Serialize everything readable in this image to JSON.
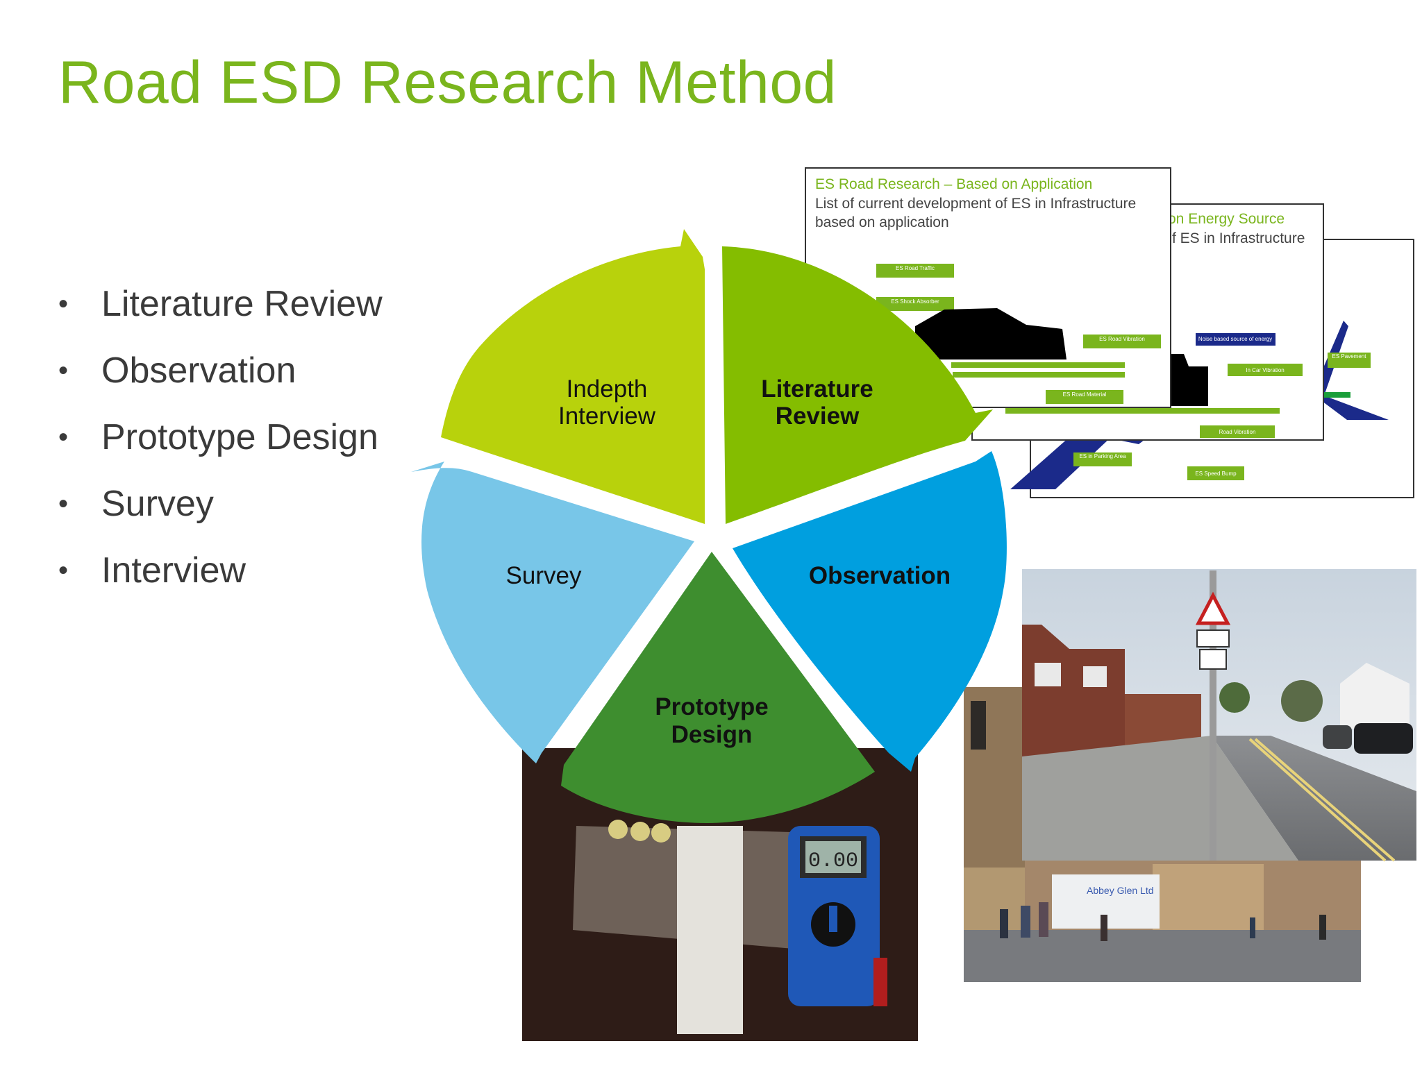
{
  "slide": {
    "title": "Road ESD Research Method"
  },
  "bullets": [
    "Literature Review",
    "Observation",
    "Prototype Design",
    "Survey",
    "Interview"
  ],
  "cycle": {
    "segments": [
      {
        "line1": "Literature",
        "line2": "Review",
        "color": "#84bd00",
        "bold": true
      },
      {
        "line1": "Observation",
        "line2": "",
        "color": "#009fdf",
        "bold": true
      },
      {
        "line1": "Prototype",
        "line2": "Design",
        "color": "#3e8e2f",
        "bold": true
      },
      {
        "line1": "Survey",
        "line2": "",
        "color": "#78c6e8",
        "bold": false
      },
      {
        "line1": "Indepth",
        "line2": "Interview",
        "color": "#b8d20c",
        "bold": false
      }
    ]
  },
  "slide_thumbnails": {
    "front": {
      "heading": "ES Road Research – Based on Application",
      "line1": "List of current development of ES in Infrastructure",
      "line2": "based on application",
      "tags": [
        "ES Road Traffic",
        "ES Shock Absorber",
        "ES Road Vibration",
        "ES Road Material"
      ]
    },
    "middle": {
      "heading": "on Energy Source",
      "line1": "f ES in Infrastructure",
      "tags": [
        "Noise based source of energy",
        "In Car Vibration",
        "Road Vibration"
      ]
    },
    "back": {
      "tags": [
        "ES Pavement",
        "ES in Parking Area",
        "ES Speed Bump"
      ]
    }
  },
  "photos": {
    "prototype_meter_reading": "0.00",
    "truck_text": "Abbey Glen Ltd"
  }
}
